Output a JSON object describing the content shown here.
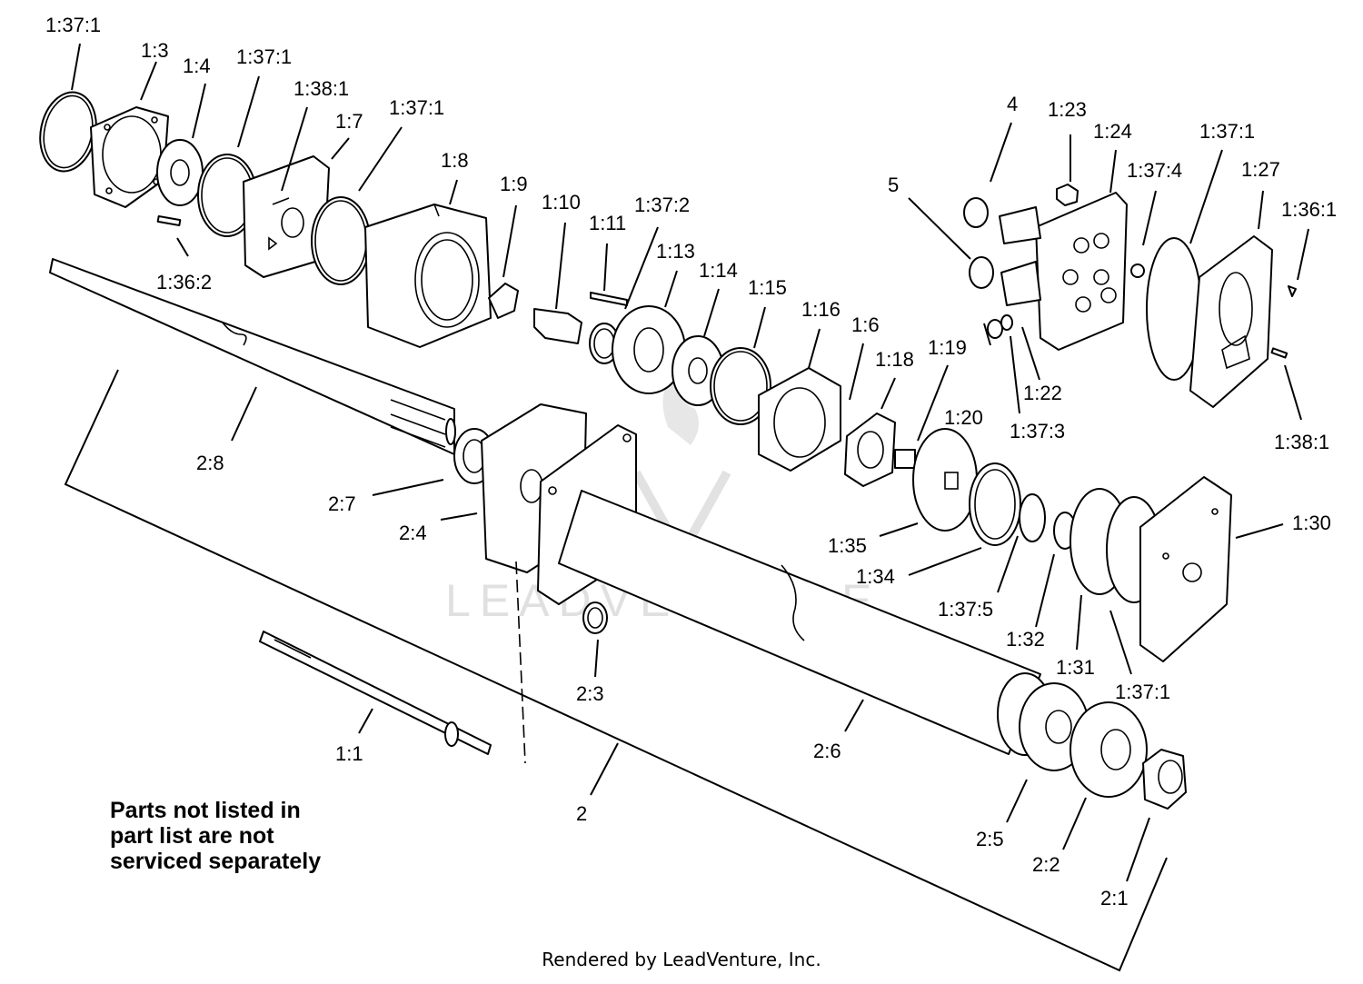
{
  "labels": [
    {
      "id": "l1",
      "text": "1:37:1"
    },
    {
      "id": "l2",
      "text": "1:3"
    },
    {
      "id": "l3",
      "text": "1:4"
    },
    {
      "id": "l4",
      "text": "1:37:1"
    },
    {
      "id": "l5",
      "text": "1:38:1"
    },
    {
      "id": "l6",
      "text": "1:7"
    },
    {
      "id": "l7",
      "text": "1:37:1"
    },
    {
      "id": "l8",
      "text": "1:8"
    },
    {
      "id": "l9",
      "text": "1:9"
    },
    {
      "id": "l10",
      "text": "1:10"
    },
    {
      "id": "l11",
      "text": "1:11"
    },
    {
      "id": "l12",
      "text": "1:37:2"
    },
    {
      "id": "l13",
      "text": "1:13"
    },
    {
      "id": "l14",
      "text": "1:14"
    },
    {
      "id": "l15",
      "text": "1:15"
    },
    {
      "id": "l16",
      "text": "1:16"
    },
    {
      "id": "l17",
      "text": "1:6"
    },
    {
      "id": "l18",
      "text": "1:18"
    },
    {
      "id": "l19",
      "text": "1:19"
    },
    {
      "id": "l20",
      "text": "1:20"
    },
    {
      "id": "l21",
      "text": "1:36:2"
    },
    {
      "id": "l22",
      "text": "4"
    },
    {
      "id": "l23",
      "text": "1:23"
    },
    {
      "id": "l24",
      "text": "1:24"
    },
    {
      "id": "l25",
      "text": "5"
    },
    {
      "id": "l26",
      "text": "1:37:1"
    },
    {
      "id": "l27",
      "text": "1:37:4"
    },
    {
      "id": "l28",
      "text": "1:27"
    },
    {
      "id": "l29",
      "text": "1:36:1"
    },
    {
      "id": "l30",
      "text": "1:22"
    },
    {
      "id": "l31",
      "text": "1:37:3"
    },
    {
      "id": "l32",
      "text": "1:38:1"
    },
    {
      "id": "l33",
      "text": "2:8"
    },
    {
      "id": "l34",
      "text": "2:7"
    },
    {
      "id": "l35",
      "text": "2:4"
    },
    {
      "id": "l36",
      "text": "1:35"
    },
    {
      "id": "l37",
      "text": "1:34"
    },
    {
      "id": "l38",
      "text": "1:37:5"
    },
    {
      "id": "l39",
      "text": "1:32"
    },
    {
      "id": "l40",
      "text": "1:31"
    },
    {
      "id": "l41",
      "text": "1:37:1"
    },
    {
      "id": "l42",
      "text": "1:30"
    },
    {
      "id": "l43",
      "text": "2:3"
    },
    {
      "id": "l44",
      "text": "2:6"
    },
    {
      "id": "l45",
      "text": "1:1"
    },
    {
      "id": "l46",
      "text": "2"
    },
    {
      "id": "l47",
      "text": "2:5"
    },
    {
      "id": "l48",
      "text": "2:2"
    },
    {
      "id": "l49",
      "text": "2:1"
    }
  ],
  "note": {
    "line1": "Parts not listed in",
    "line2": "part list are not",
    "line3": "serviced separately"
  },
  "footer": "Rendered by LeadVenture, Inc.",
  "watermark": "LEADVENTURE",
  "colors": {
    "ink": "#000000",
    "paper": "#ffffff",
    "watermark": "#d9d9d9"
  }
}
